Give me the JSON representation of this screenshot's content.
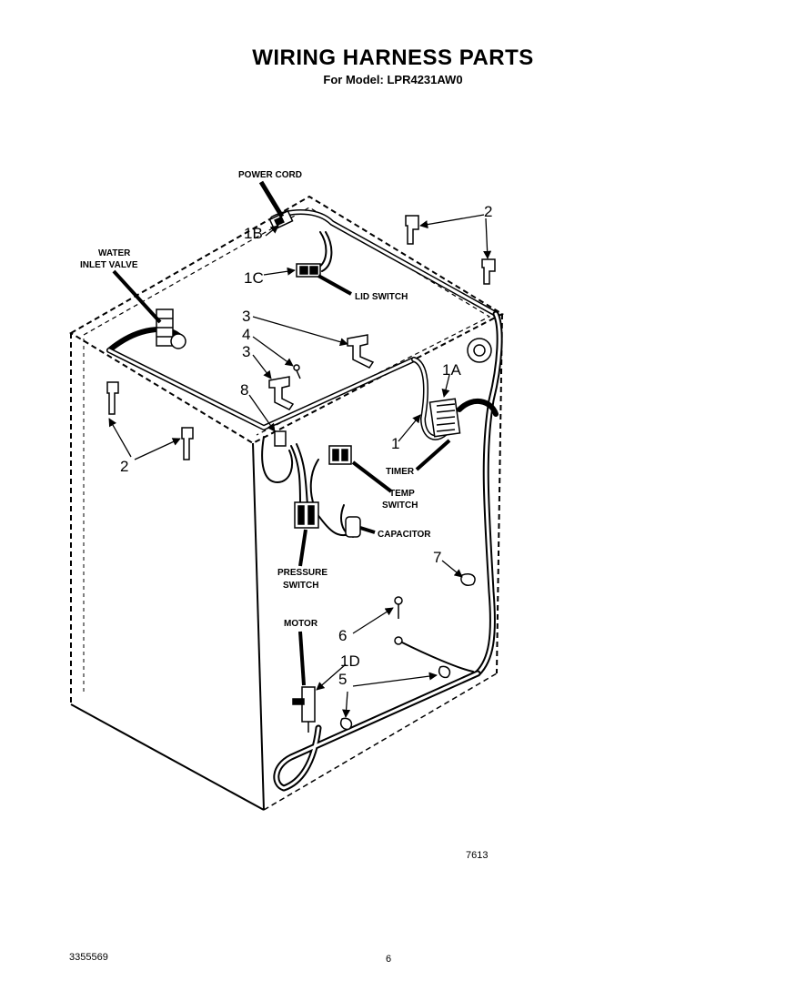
{
  "header": {
    "title": "WIRING HARNESS PARTS",
    "subtitle": "For Model:  LPR4231AW0"
  },
  "callouts": {
    "power_cord": "POWER CORD",
    "water_inlet_valve_line1": "WATER",
    "water_inlet_valve_line2": "INLET VALVE",
    "lid_switch": "LID SWITCH",
    "timer": "TIMER",
    "temp_switch_line1": "TEMP",
    "temp_switch_line2": "SWITCH",
    "capacitor": "CAPACITOR",
    "pressure_switch_line1": "PRESSURE",
    "pressure_switch_line2": "SWITCH",
    "motor": "MOTOR"
  },
  "part_numbers": {
    "p1": "1",
    "p1a": "1A",
    "p1b": "1B",
    "p1c": "1C",
    "p1d": "1D",
    "p2_top": "2",
    "p2_left": "2",
    "p3_upper": "3",
    "p3_lower": "3",
    "p4": "4",
    "p5": "5",
    "p6": "6",
    "p7": "7",
    "p8": "8"
  },
  "footer": {
    "figure_number": "7613",
    "document_number": "3355569",
    "page_number": "6"
  }
}
